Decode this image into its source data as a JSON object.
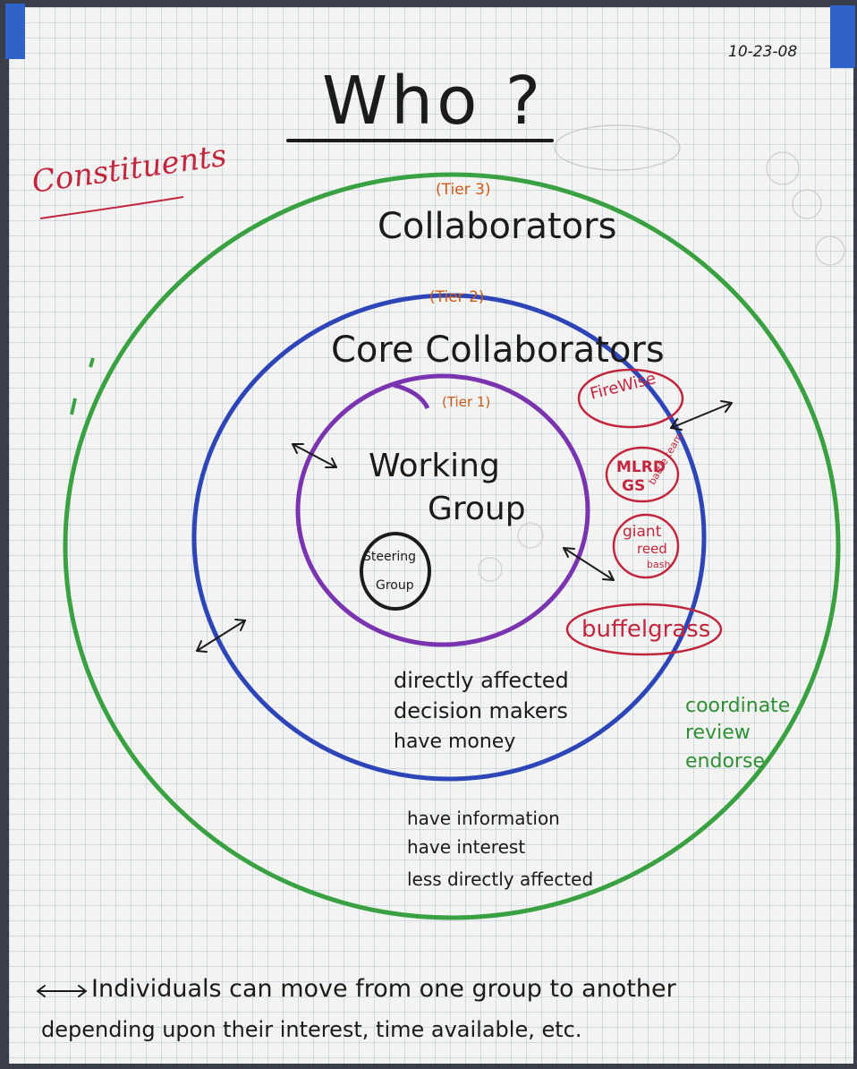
{
  "date": "10-23-08",
  "title": "Who ?",
  "left_label": "Constituents",
  "rings": {
    "outer": {
      "tier": "(Tier 3)",
      "name": "Collaborators"
    },
    "middle": {
      "tier": "(Tier 2)",
      "name": "Core Collaborators"
    },
    "inner": {
      "tier": "(Tier 1)",
      "name_line1": "Working",
      "name_line2": "Group"
    },
    "core": {
      "line1": "Steering",
      "line2": "Group"
    }
  },
  "side_groups": [
    {
      "label": "FireWise"
    },
    {
      "label_line1": "MLRD",
      "label_line2": "GS",
      "label_aside": "battle team"
    },
    {
      "label_line1": "giant",
      "label_line2": "reed",
      "label_line3": "bash"
    },
    {
      "label": "buffelgrass"
    }
  ],
  "middle_notes": [
    "directly affected",
    "decision makers",
    "have money"
  ],
  "outer_notes": [
    "have information",
    "have interest",
    "less directly affected"
  ],
  "green_notes": [
    "coordinate",
    "review",
    "endorse"
  ],
  "footer": {
    "line1": "Individuals can move from one group to another",
    "line2": "depending upon their interest, time available, etc."
  },
  "colors": {
    "outer_ring": "#3aa142",
    "middle_ring": "#2e45b8",
    "inner_ring": "#7a34b0",
    "red_ink": "#c2263e",
    "orange_ink": "#c95a18"
  }
}
